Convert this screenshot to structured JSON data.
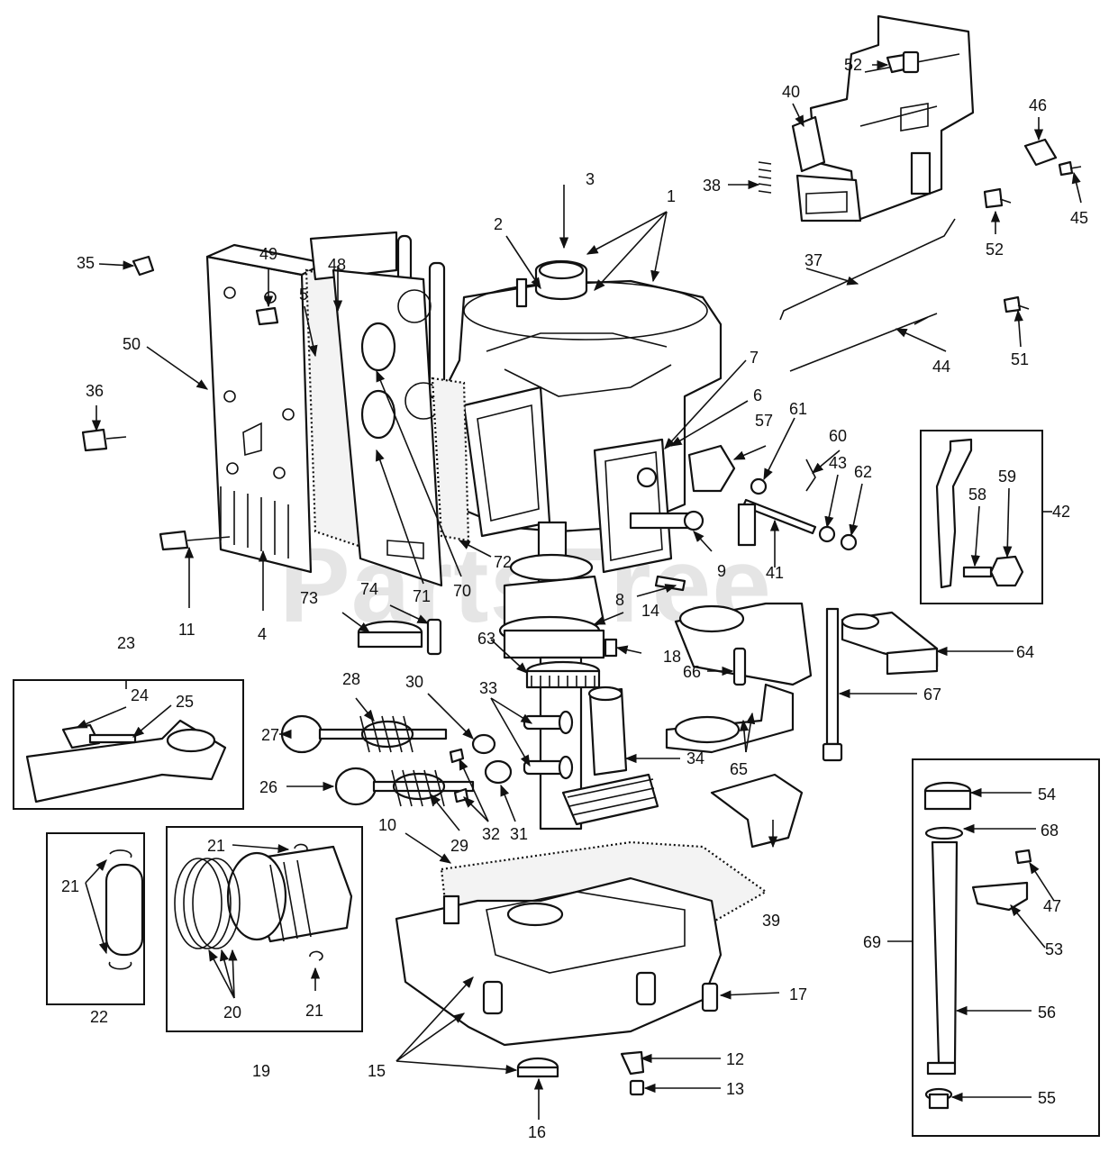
{
  "watermark": "PartsTree",
  "callouts": [
    {
      "id": "1",
      "text": "1"
    },
    {
      "id": "2",
      "text": "2"
    },
    {
      "id": "3",
      "text": "3"
    },
    {
      "id": "4",
      "text": "4"
    },
    {
      "id": "5",
      "text": "5"
    },
    {
      "id": "6",
      "text": "6"
    },
    {
      "id": "7",
      "text": "7"
    },
    {
      "id": "8",
      "text": "8"
    },
    {
      "id": "9",
      "text": "9"
    },
    {
      "id": "10",
      "text": "10"
    },
    {
      "id": "11",
      "text": "11"
    },
    {
      "id": "12",
      "text": "12"
    },
    {
      "id": "13",
      "text": "13"
    },
    {
      "id": "14",
      "text": "14"
    },
    {
      "id": "15",
      "text": "15"
    },
    {
      "id": "16",
      "text": "16"
    },
    {
      "id": "17",
      "text": "17"
    },
    {
      "id": "18",
      "text": "18"
    },
    {
      "id": "19",
      "text": "19"
    },
    {
      "id": "20",
      "text": "20"
    },
    {
      "id": "21a",
      "text": "21"
    },
    {
      "id": "21b",
      "text": "21"
    },
    {
      "id": "21c",
      "text": "21"
    },
    {
      "id": "22",
      "text": "22"
    },
    {
      "id": "23",
      "text": "23"
    },
    {
      "id": "24",
      "text": "24"
    },
    {
      "id": "25",
      "text": "25"
    },
    {
      "id": "26",
      "text": "26"
    },
    {
      "id": "27",
      "text": "27"
    },
    {
      "id": "28",
      "text": "28"
    },
    {
      "id": "29",
      "text": "29"
    },
    {
      "id": "30",
      "text": "30"
    },
    {
      "id": "31",
      "text": "31"
    },
    {
      "id": "32",
      "text": "32"
    },
    {
      "id": "33",
      "text": "33"
    },
    {
      "id": "34",
      "text": "34"
    },
    {
      "id": "35",
      "text": "35"
    },
    {
      "id": "36",
      "text": "36"
    },
    {
      "id": "37",
      "text": "37"
    },
    {
      "id": "38",
      "text": "38"
    },
    {
      "id": "39",
      "text": "39"
    },
    {
      "id": "40",
      "text": "40"
    },
    {
      "id": "41",
      "text": "41"
    },
    {
      "id": "42",
      "text": "42"
    },
    {
      "id": "43",
      "text": "43"
    },
    {
      "id": "44",
      "text": "44"
    },
    {
      "id": "45",
      "text": "45"
    },
    {
      "id": "46",
      "text": "46"
    },
    {
      "id": "47",
      "text": "47"
    },
    {
      "id": "48",
      "text": "48"
    },
    {
      "id": "49",
      "text": "49"
    },
    {
      "id": "50",
      "text": "50"
    },
    {
      "id": "51",
      "text": "51"
    },
    {
      "id": "52a",
      "text": "52"
    },
    {
      "id": "52b",
      "text": "52"
    },
    {
      "id": "53",
      "text": "53"
    },
    {
      "id": "54",
      "text": "54"
    },
    {
      "id": "55",
      "text": "55"
    },
    {
      "id": "56",
      "text": "56"
    },
    {
      "id": "57",
      "text": "57"
    },
    {
      "id": "58",
      "text": "58"
    },
    {
      "id": "59",
      "text": "59"
    },
    {
      "id": "60",
      "text": "60"
    },
    {
      "id": "61",
      "text": "61"
    },
    {
      "id": "62",
      "text": "62"
    },
    {
      "id": "63",
      "text": "63"
    },
    {
      "id": "64",
      "text": "64"
    },
    {
      "id": "65",
      "text": "65"
    },
    {
      "id": "66",
      "text": "66"
    },
    {
      "id": "67",
      "text": "67"
    },
    {
      "id": "68",
      "text": "68"
    },
    {
      "id": "69",
      "text": "69"
    },
    {
      "id": "70",
      "text": "70"
    },
    {
      "id": "71",
      "text": "71"
    },
    {
      "id": "72",
      "text": "72"
    },
    {
      "id": "73",
      "text": "73"
    },
    {
      "id": "74",
      "text": "74"
    }
  ]
}
